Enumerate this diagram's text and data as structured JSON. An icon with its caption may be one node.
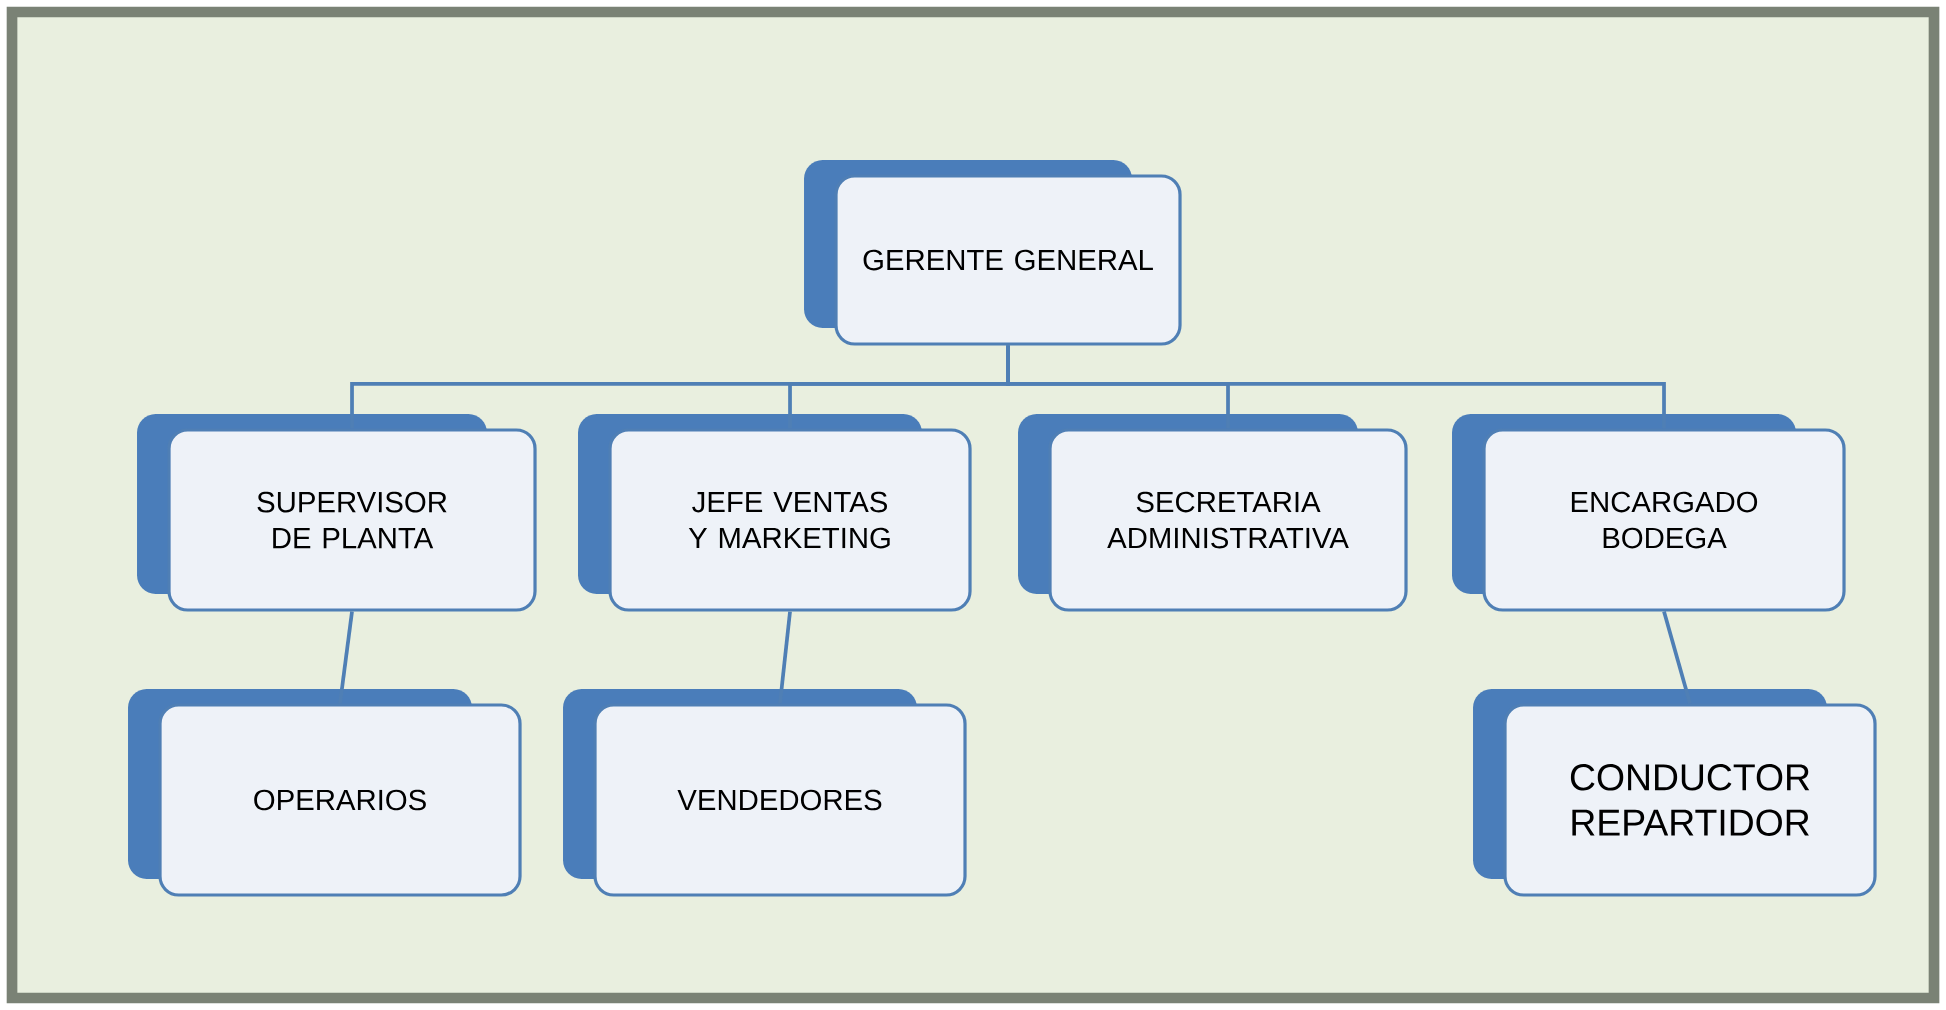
{
  "diagram": {
    "nodes": [
      {
        "text": [
          "GERENTE GENERAL"
        ]
      },
      {
        "text": [
          "SUPERVISOR DE PLANTA"
        ]
      },
      {
        "text": [
          "JEFE VENTAS Y MARKETING"
        ]
      },
      {
        "text": [
          "SECRETARIA ADMINISTRATIVA"
        ]
      },
      {
        "text": [
          "ENCARGADO BODEGA"
        ]
      },
      {
        "text": [
          "OPERARIOS"
        ]
      },
      {
        "text": [
          "VENDEDORES"
        ]
      },
      {
        "text": [
          "CONDUCTOR REPARTIDOR"
        ]
      }
    ],
    "edges": [
      {
        "from": 0,
        "to": 1,
        "arrow": "none"
      },
      {
        "from": 0,
        "to": 2,
        "arrow": "none"
      },
      {
        "from": 0,
        "to": 3,
        "arrow": "none"
      },
      {
        "from": 0,
        "to": 4,
        "arrow": "none"
      },
      {
        "from": 1,
        "to": 5,
        "arrow": "none"
      },
      {
        "from": 2,
        "to": 6,
        "arrow": "none"
      },
      {
        "from": 4,
        "to": 7,
        "arrow": "none"
      }
    ]
  }
}
